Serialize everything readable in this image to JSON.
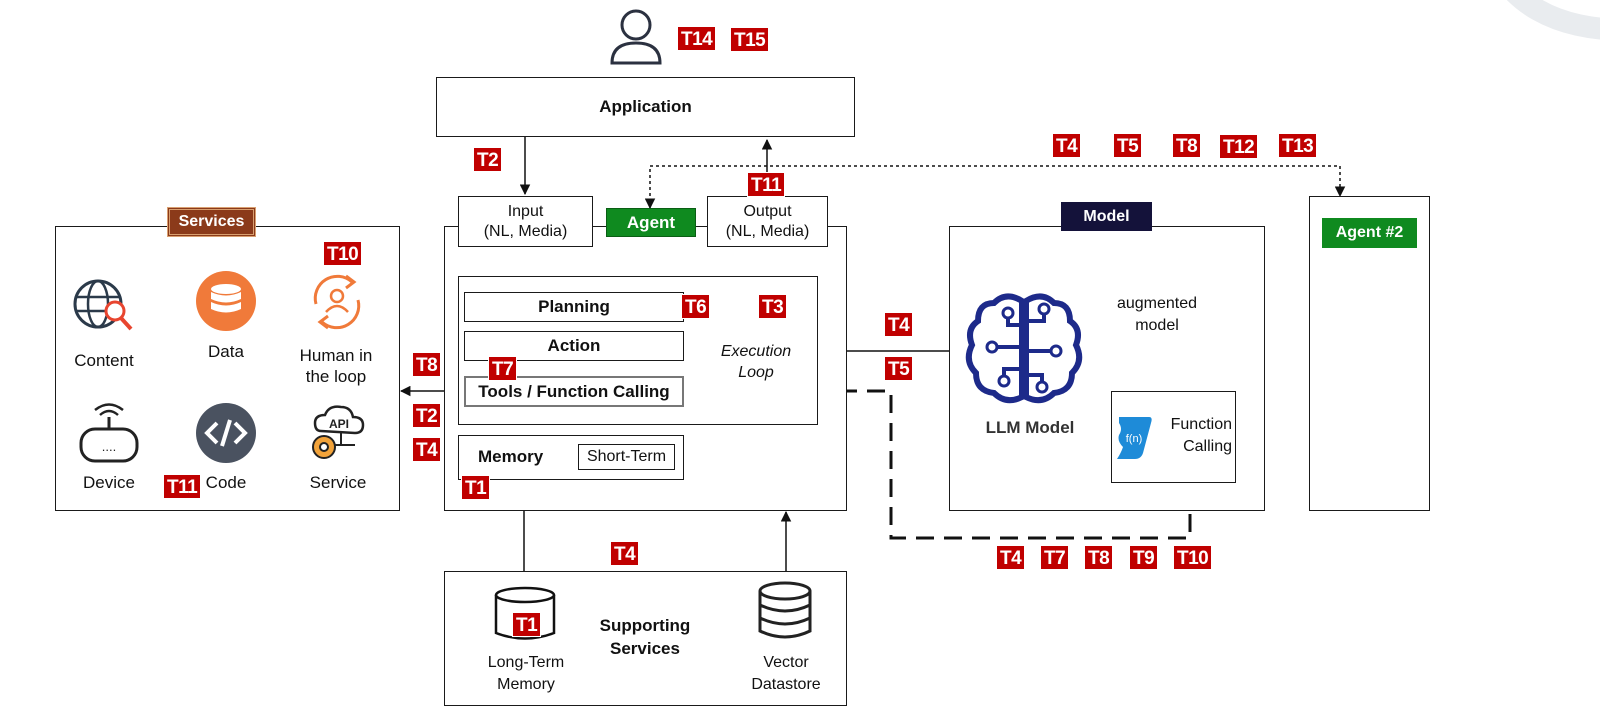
{
  "user": {
    "icon": "user-icon",
    "tags": [
      "T14",
      "T15"
    ]
  },
  "application": {
    "label": "Application",
    "tag": "T2"
  },
  "agent": {
    "badge": "Agent",
    "input": {
      "line1": "Input",
      "line2": "(NL, Media)"
    },
    "output": {
      "line1": "Output",
      "line2": "(NL, Media)"
    },
    "output_tag": "T11",
    "planning": "Planning",
    "action": "Action",
    "tools": "Tools / Function Calling",
    "execution_loop": "Execution\nLoop",
    "memory": "Memory",
    "short_term": "Short-Term",
    "tags": {
      "planning": "T6",
      "loop": "T3",
      "tools": "T7",
      "memory": "T1"
    }
  },
  "services": {
    "header": "Services",
    "tag": "T10",
    "items": [
      {
        "label": "Content",
        "icon": "globe-search-icon"
      },
      {
        "label": "Data",
        "icon": "database-icon"
      },
      {
        "label": "Human in\nthe loop",
        "icon": "human-loop-icon"
      },
      {
        "label": "Device",
        "icon": "router-device-icon"
      },
      {
        "label": "Code",
        "icon": "code-icon"
      },
      {
        "label": "Service",
        "icon": "api-gear-icon"
      }
    ],
    "code_tag": "T11",
    "link_tags": [
      "T8",
      "T2",
      "T4"
    ]
  },
  "model": {
    "header": "Model",
    "llm": "LLM Model",
    "augmented": "augmented\nmodel",
    "function_calling": "Function\nCalling",
    "link_tags": [
      "T4",
      "T5"
    ],
    "bottom_tags": [
      "T4",
      "T7",
      "T8",
      "T9",
      "T10"
    ]
  },
  "agent2": {
    "badge": "Agent #2",
    "tags": [
      "T4",
      "T5",
      "T8",
      "T12",
      "T13"
    ]
  },
  "supporting": {
    "title": "Supporting\nServices",
    "long_term": "Long-Term\nMemory",
    "vector": "Vector\nDatastore",
    "long_term_tag": "T1",
    "tag": "T4"
  },
  "colors": {
    "tag_red": "#c00000",
    "agent_green": "#0f8a1f",
    "model_navy": "#14123a",
    "services_brown": "#8b3a1a",
    "icon_navy": "#1d2a8a",
    "icon_orange": "#f07a3a"
  }
}
